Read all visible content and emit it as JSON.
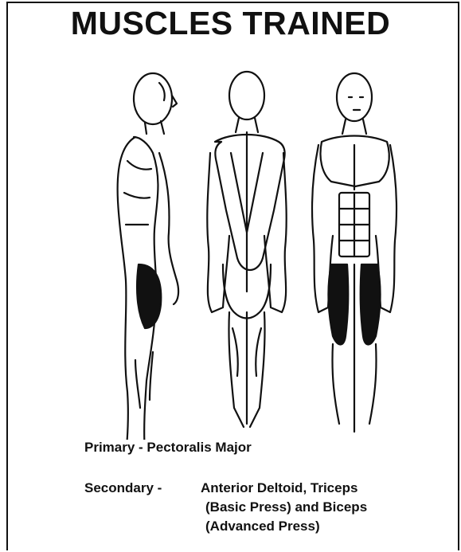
{
  "title": "MUSCLES TRAINED",
  "primary": "Primary - Pectoralis Major",
  "secondary": {
    "label": "Secondary -",
    "line1": "Anterior Deltoid, Triceps",
    "line2": "(Basic Press) and Biceps",
    "line3": "(Advanced Press)"
  },
  "highlight_color": "#111111"
}
